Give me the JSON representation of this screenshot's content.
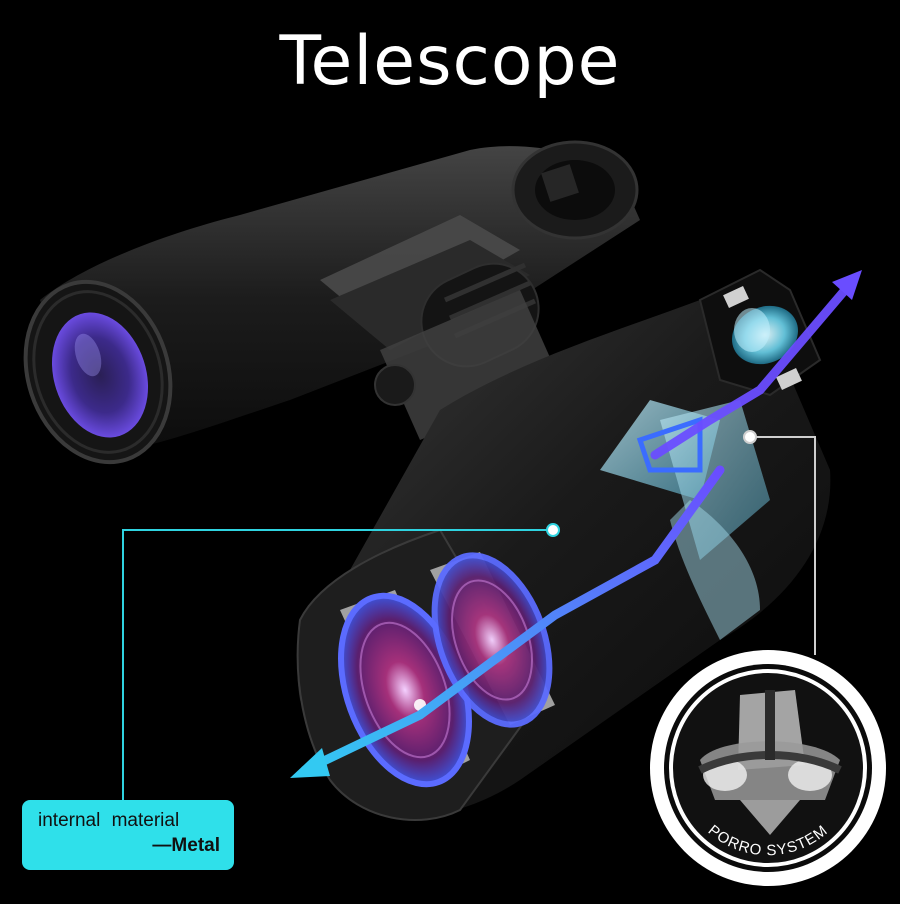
{
  "title": "Telescope",
  "callout_material": {
    "line1": "internal material",
    "line2": "—Metal"
  },
  "porro_badge": {
    "text": "PORRO SYSTEM"
  },
  "colors": {
    "background": "#000000",
    "callout_fill": "#2fe0ea",
    "leader_line": "#2fd3e0",
    "light_path_start": "#33c9f2",
    "light_path_end": "#6a4dff",
    "lens_tint": "#7a2a8a"
  }
}
